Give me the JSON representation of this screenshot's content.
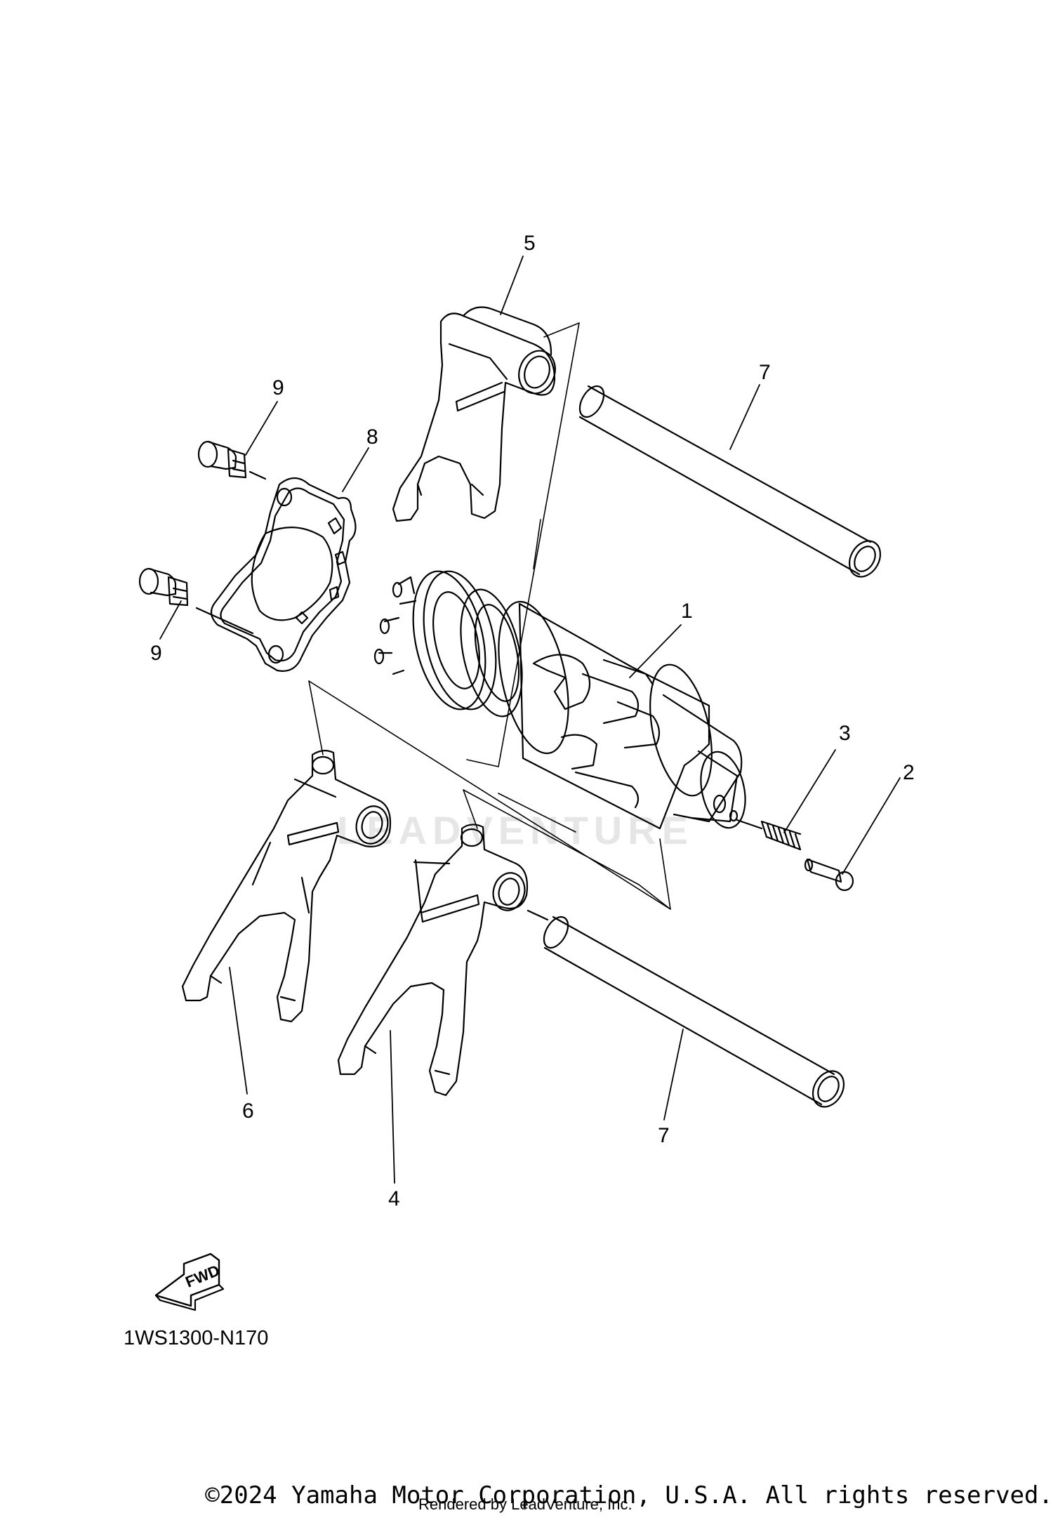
{
  "diagram": {
    "callouts": {
      "c1": "1",
      "c2": "2",
      "c3": "3",
      "c4": "4",
      "c5": "5",
      "c6": "6",
      "c7a": "7",
      "c7b": "7",
      "c8": "8",
      "c9a": "9",
      "c9b": "9"
    },
    "fwd_label": "FWD",
    "drawing_code": "1WS1300-N170",
    "watermark": "LEADVENTURE",
    "copyright": "©2024 Yamaha Motor Corporation, U.S.A. All rights reserved.",
    "rendered_by": "Rendered by LeadVenture, Inc."
  }
}
